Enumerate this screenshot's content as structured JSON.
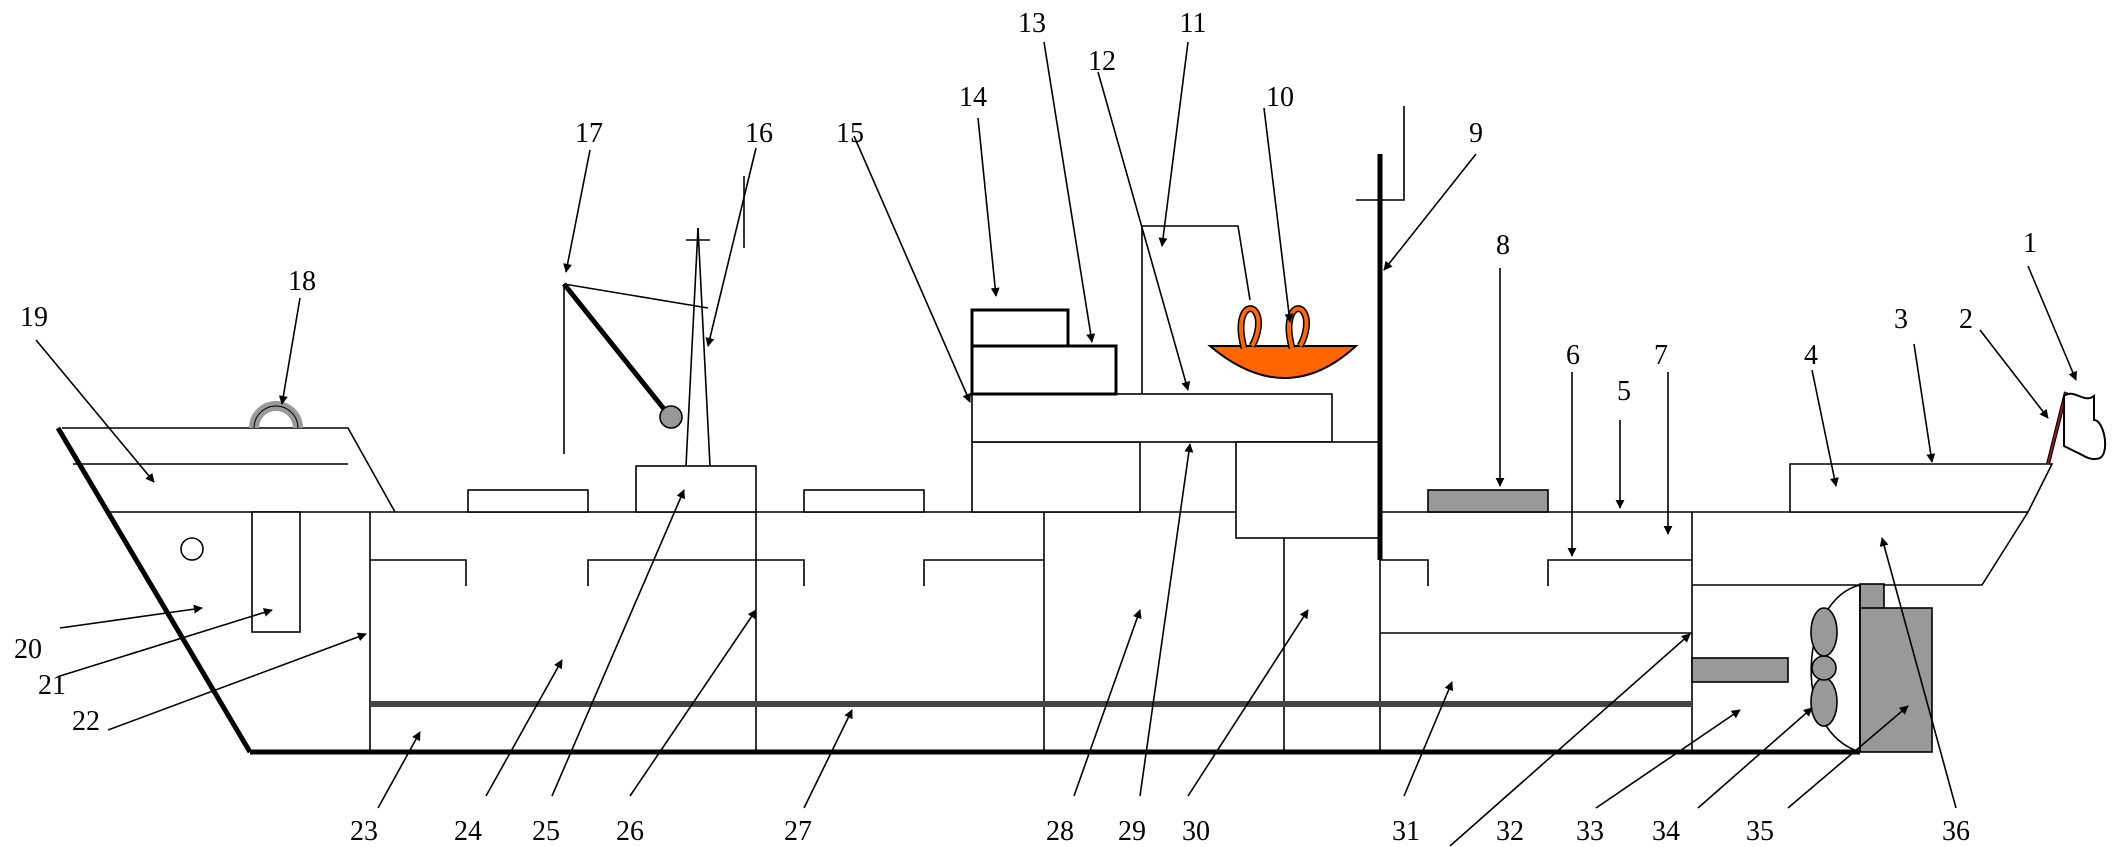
{
  "callout_numbers": [
    "1",
    "2",
    "3",
    "4",
    "5",
    "6",
    "7",
    "8",
    "9",
    "10",
    "11",
    "12",
    "13",
    "14",
    "15",
    "16",
    "17",
    "18",
    "19",
    "20",
    "21",
    "22",
    "23",
    "24",
    "25",
    "26",
    "27",
    "28",
    "29",
    "30",
    "31",
    "32",
    "33",
    "34",
    "35",
    "36"
  ],
  "colors": {
    "line": "#000000",
    "equipment_gray": "#999999",
    "lifeboat_orange": "#ff6600",
    "divider_dark": "#444444",
    "flag_mast": "#8b1a1a"
  }
}
